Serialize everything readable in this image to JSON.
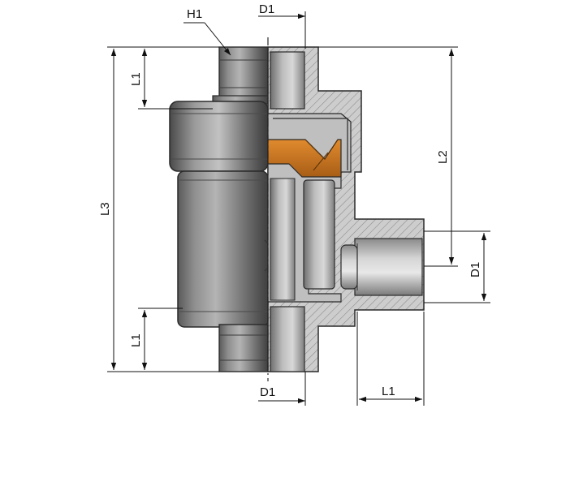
{
  "labels": {
    "hex": "H1",
    "d1_top": "D1",
    "d1_bottom": "D1",
    "d1_side": "D1",
    "l1_top": "L1",
    "l1_bottom": "L1",
    "l1_side": "L1",
    "l2": "L2",
    "l3": "L3"
  },
  "colors": {
    "section_fill": "#c9c9c9",
    "hatch": "#8a8a8a",
    "outline": "#2a2a2a",
    "valve_seat": "#c8731f",
    "dim_line": "#111111"
  }
}
